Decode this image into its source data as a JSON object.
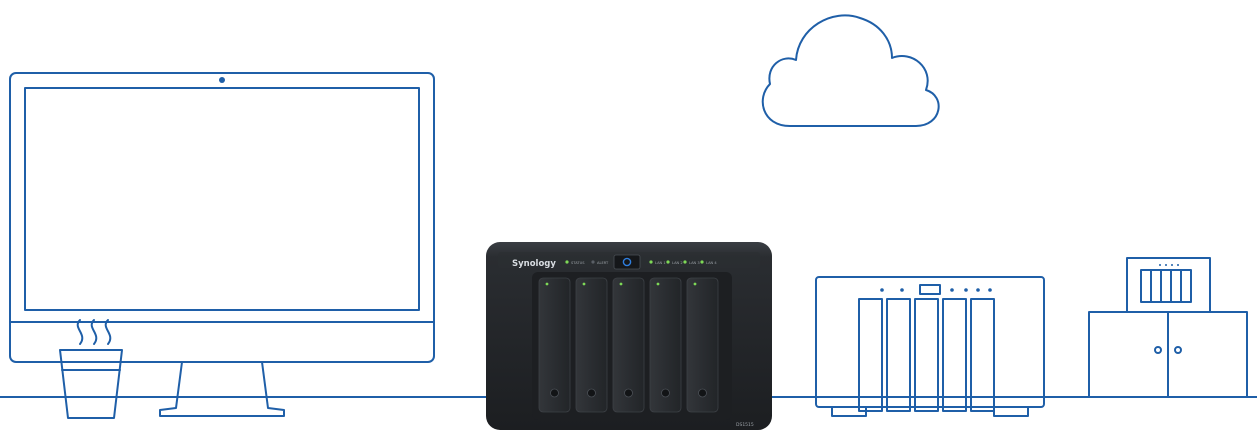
{
  "colors": {
    "line": "#1f5fa8",
    "nas_body": "#26292c",
    "nas_front": "#1b1d20",
    "bay": "#2c2f33",
    "led_green": "#7ed957",
    "power_blue": "#2f7fe0"
  },
  "nas": {
    "brand": "Synology",
    "model": "DS1515",
    "status_labels": [
      "STATUS",
      "ALERT"
    ],
    "lan_labels": [
      "LAN 1",
      "LAN 2",
      "LAN 3",
      "LAN 4"
    ],
    "bay_count": 5
  },
  "illustration": {
    "items": [
      "monitor-icon",
      "coffee-cup-icon",
      "cloud-icon",
      "nas-device",
      "expansion-unit-icon",
      "server-cabinet-icon"
    ]
  }
}
